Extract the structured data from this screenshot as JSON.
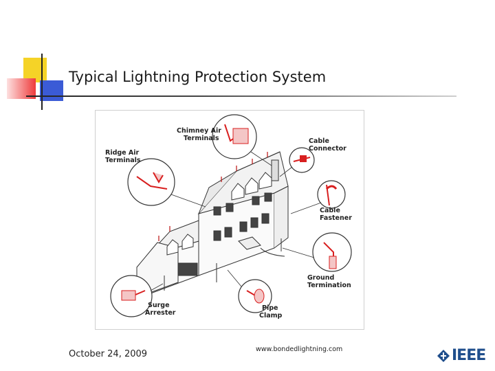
{
  "slide": {
    "title": "Typical Lightning Protection System",
    "date": "October 24, 2009",
    "url": "www.bondedlightning.com",
    "brand": "IEEE"
  },
  "figure": {
    "labels": {
      "chimney": [
        "Chimney Air",
        "Terminals"
      ],
      "ridge": [
        "Ridge Air",
        "Terminals"
      ],
      "cable_connector": [
        "Cable",
        "Connector"
      ],
      "cable_fastener": [
        "Cable",
        "Fastener"
      ],
      "ground": [
        "Ground",
        "Termination"
      ],
      "surge": [
        "Surge",
        "Arrester"
      ],
      "pipe": [
        "Pipe",
        "Clamp"
      ]
    }
  },
  "colors": {
    "accent_yellow": "#f5d327",
    "accent_red": "#ee3b3b",
    "accent_blue": "#3b5bd6",
    "detail_red": "#d81f1f",
    "ieee_blue": "#1f4e8c"
  }
}
